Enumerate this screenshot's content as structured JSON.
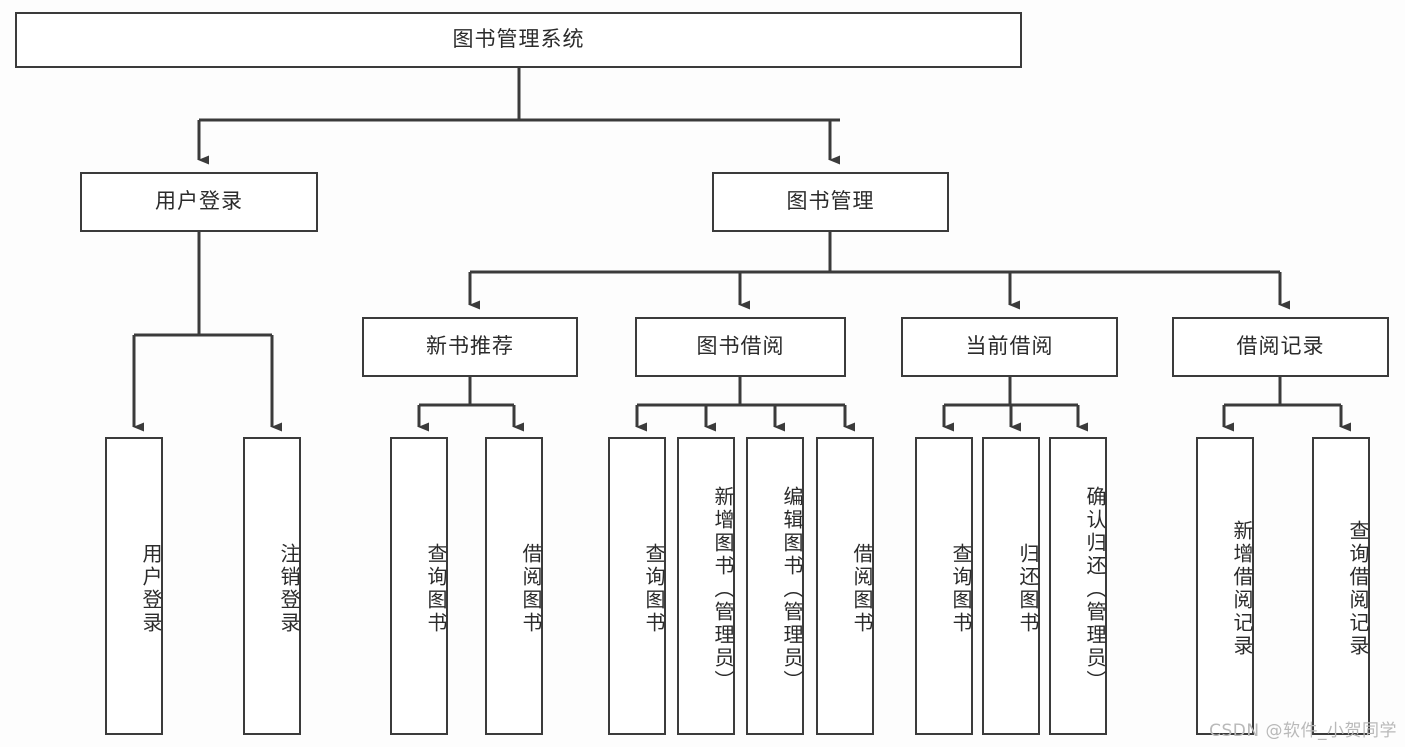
{
  "diagram": {
    "type": "tree",
    "title_text": "图书管理系统",
    "colors": {
      "stroke": "#3b3b3b",
      "fill": "#ffffff",
      "text": "#2b2b2b",
      "watermark": "#b9b9b9",
      "background": "#fdfdfd"
    },
    "root": {
      "label": "图书管理系统"
    },
    "level1": [
      {
        "label": "用户登录"
      },
      {
        "label": "图书管理"
      }
    ],
    "level2": [
      {
        "label": "新书推荐"
      },
      {
        "label": "图书借阅"
      },
      {
        "label": "当前借阅"
      },
      {
        "label": "借阅记录"
      }
    ],
    "leaves": {
      "user_login": [
        {
          "label": "用户登录"
        },
        {
          "label": "注销登录"
        }
      ],
      "new_book_recommend": [
        {
          "label": "查询图书"
        },
        {
          "label": "借阅图书"
        }
      ],
      "book_borrow": [
        {
          "label": "查询图书"
        },
        {
          "label": "新增图书（管理员）"
        },
        {
          "label": "编辑图书（管理员）"
        },
        {
          "label": "借阅图书"
        }
      ],
      "current_borrow": [
        {
          "label": "查询图书"
        },
        {
          "label": "归还图书"
        },
        {
          "label": "确认归还（管理员）"
        }
      ],
      "borrow_record": [
        {
          "label": "新增借阅记录"
        },
        {
          "label": "查询借阅记录"
        }
      ]
    }
  },
  "watermark": {
    "text": "CSDN @软件_小贺同学"
  }
}
